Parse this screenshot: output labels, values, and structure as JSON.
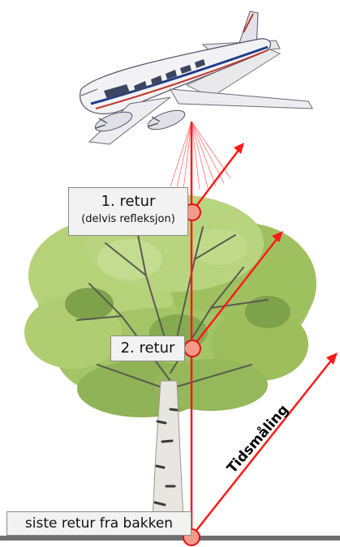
{
  "labels": {
    "first_return": "1. retur",
    "first_return_note": "(delvis refleksjon)",
    "second_return": "2. retur",
    "last_return": "siste retur fra bakken",
    "time_measurement": "Tidsmåling"
  },
  "colors": {
    "laser": "#ff1a1a",
    "return_point": "#f59a8a",
    "foliage": "#a9c96a",
    "foliage_dark": "#7ea24a",
    "trunk": "#e8e6e0",
    "ground": "#6f6f6f"
  },
  "icons": {
    "aircraft": "survey-airplane-icon",
    "tree": "birch-tree-illustration"
  }
}
